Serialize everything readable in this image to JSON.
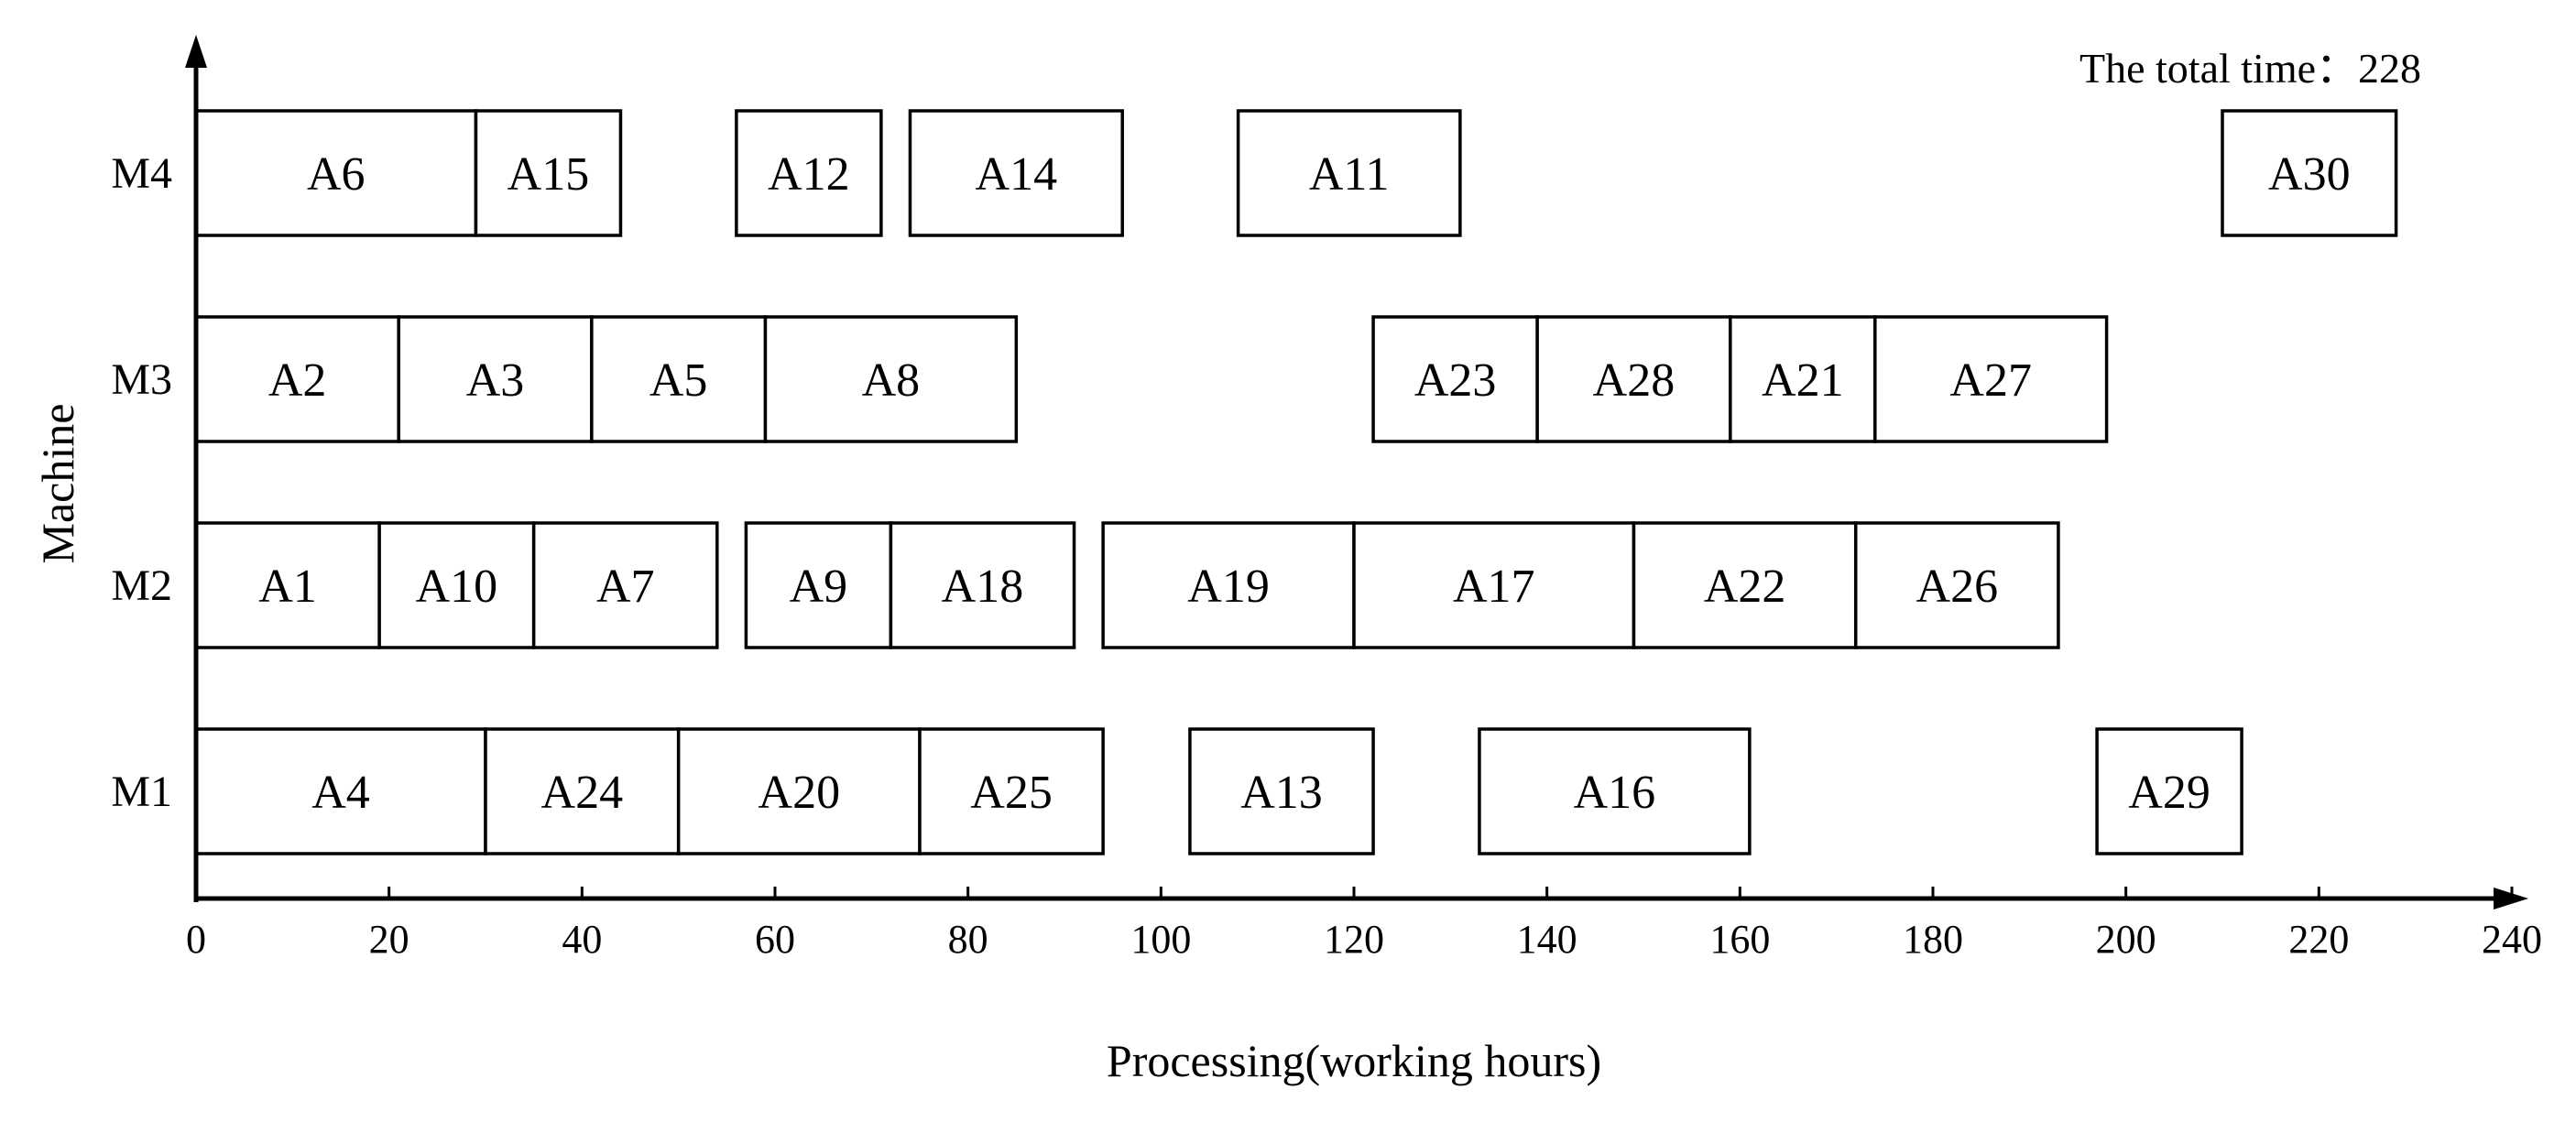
{
  "chart_data": {
    "type": "gantt",
    "annotation": "The total time：228",
    "xlabel": "Processing(working hours)",
    "ylabel": "Machine",
    "xlim": [
      0,
      240
    ],
    "xticks": [
      0,
      20,
      40,
      60,
      80,
      100,
      120,
      140,
      160,
      180,
      200,
      220,
      240
    ],
    "machines": [
      "M4",
      "M3",
      "M2",
      "M1"
    ],
    "tasks": [
      {
        "machine": "M4",
        "name": "A6",
        "start": 0,
        "end": 29
      },
      {
        "machine": "M4",
        "name": "A15",
        "start": 29,
        "end": 44
      },
      {
        "machine": "M4",
        "name": "A12",
        "start": 56,
        "end": 71
      },
      {
        "machine": "M4",
        "name": "A14",
        "start": 74,
        "end": 96
      },
      {
        "machine": "M4",
        "name": "A11",
        "start": 108,
        "end": 131
      },
      {
        "machine": "M4",
        "name": "A30",
        "start": 210,
        "end": 228
      },
      {
        "machine": "M3",
        "name": "A2",
        "start": 0,
        "end": 21
      },
      {
        "machine": "M3",
        "name": "A3",
        "start": 21,
        "end": 41
      },
      {
        "machine": "M3",
        "name": "A5",
        "start": 41,
        "end": 59
      },
      {
        "machine": "M3",
        "name": "A8",
        "start": 59,
        "end": 85
      },
      {
        "machine": "M3",
        "name": "A23",
        "start": 122,
        "end": 139
      },
      {
        "machine": "M3",
        "name": "A28",
        "start": 139,
        "end": 159
      },
      {
        "machine": "M3",
        "name": "A21",
        "start": 159,
        "end": 174
      },
      {
        "machine": "M3",
        "name": "A27",
        "start": 174,
        "end": 198
      },
      {
        "machine": "M2",
        "name": "A1",
        "start": 0,
        "end": 19
      },
      {
        "machine": "M2",
        "name": "A10",
        "start": 19,
        "end": 35
      },
      {
        "machine": "M2",
        "name": "A7",
        "start": 35,
        "end": 54
      },
      {
        "machine": "M2",
        "name": "A9",
        "start": 57,
        "end": 72
      },
      {
        "machine": "M2",
        "name": "A18",
        "start": 72,
        "end": 91
      },
      {
        "machine": "M2",
        "name": "A19",
        "start": 94,
        "end": 120
      },
      {
        "machine": "M2",
        "name": "A17",
        "start": 120,
        "end": 149
      },
      {
        "machine": "M2",
        "name": "A22",
        "start": 149,
        "end": 172
      },
      {
        "machine": "M2",
        "name": "A26",
        "start": 172,
        "end": 193
      },
      {
        "machine": "M1",
        "name": "A4",
        "start": 0,
        "end": 30
      },
      {
        "machine": "M1",
        "name": "A24",
        "start": 30,
        "end": 50
      },
      {
        "machine": "M1",
        "name": "A20",
        "start": 50,
        "end": 75
      },
      {
        "machine": "M1",
        "name": "A25",
        "start": 75,
        "end": 94
      },
      {
        "machine": "M1",
        "name": "A13",
        "start": 103,
        "end": 122
      },
      {
        "machine": "M1",
        "name": "A16",
        "start": 133,
        "end": 161
      },
      {
        "machine": "M1",
        "name": "A29",
        "start": 197,
        "end": 212
      }
    ]
  }
}
